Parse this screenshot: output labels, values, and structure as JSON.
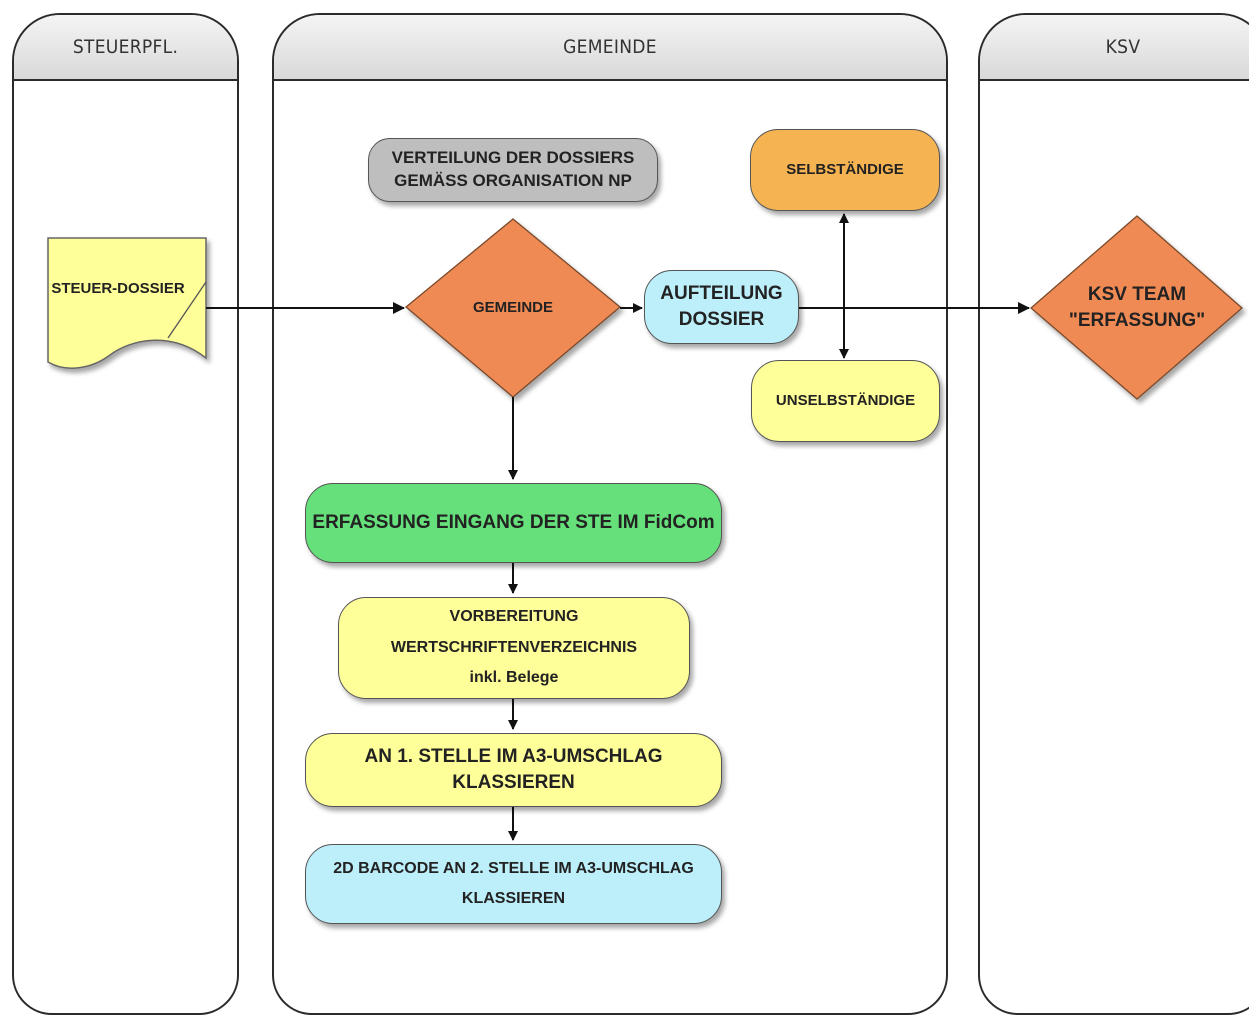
{
  "lanes": {
    "steuerpfl": "STEUERPFL.",
    "gemeinde": "GEMEINDE",
    "ksv": "KSV"
  },
  "nodes": {
    "steuer_dossier": "STEUER-DOSSIER",
    "verteilung_line1": "VERTEILUNG DER DOSSIERS",
    "verteilung_line2": "GEMÄSS ORGANISATION NP",
    "gemeinde_decision": "GEMEINDE",
    "aufteilung_line1": "AUFTEILUNG",
    "aufteilung_line2": "DOSSIER",
    "selbstaendige": "SELBSTÄNDIGE",
    "unselbstaendige": "UNSELBSTÄNDIGE",
    "ksv_team_line1": "KSV TEAM",
    "ksv_team_line2": "\"ERFASSUNG\"",
    "erfassung": "ERFASSUNG EINGANG DER STE IM FidCom",
    "vorbereitung_line1": "VORBEREITUNG",
    "vorbereitung_line2": "WERTSCHRIFTENVERZEICHNIS",
    "vorbereitung_line3": "inkl. Belege",
    "klassieren": "AN 1. STELLE IM A3-UMSCHLAG KLASSIEREN",
    "barcode_line1": "2D BARCODE AN 2. STELLE IM A3-UMSCHLAG",
    "barcode_line2": "KLASSIEREN"
  },
  "colors": {
    "orange": "#F08A54",
    "amber": "#F6B352",
    "yellow": "#FFFF99",
    "light_yellow": "#FFFFA6",
    "green": "#66E07A",
    "light_blue": "#BDEFFB",
    "gray": "#BEBEBE",
    "lane_border": "#2b2b2b"
  }
}
